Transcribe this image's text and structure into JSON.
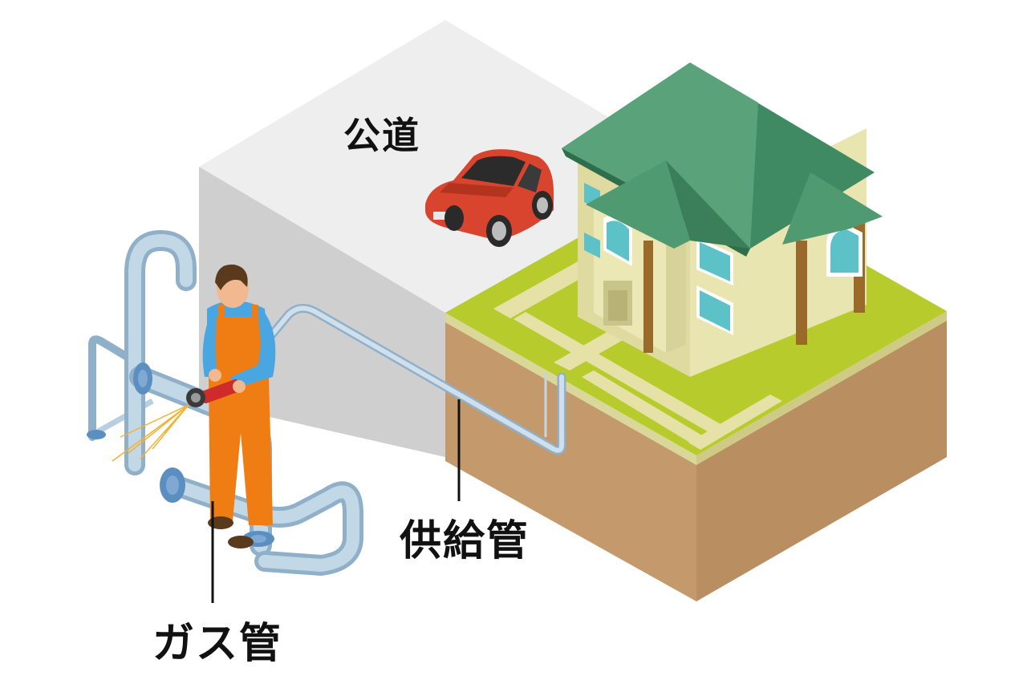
{
  "labels": {
    "public_road": "公道",
    "supply_pipe": "供給管",
    "gas_pipe": "ガス管"
  },
  "colors": {
    "road_top": "#eeeeee",
    "road_side": "#d0d0d0",
    "soil": "#c49a6c",
    "soil_dark": "#b5895b",
    "lawn": "#b7cc2c",
    "path": "#e6e1a6",
    "roof": "#3f8a62",
    "roof_light": "#5aa27a",
    "wall": "#e9e5b0",
    "pipe": "#b7cfe0",
    "pipe_dark": "#8fb0c8",
    "flange": "#5b8fc2",
    "car": "#d9442e",
    "worker_overall": "#ef7d14",
    "worker_shirt": "#4aa6e0"
  }
}
